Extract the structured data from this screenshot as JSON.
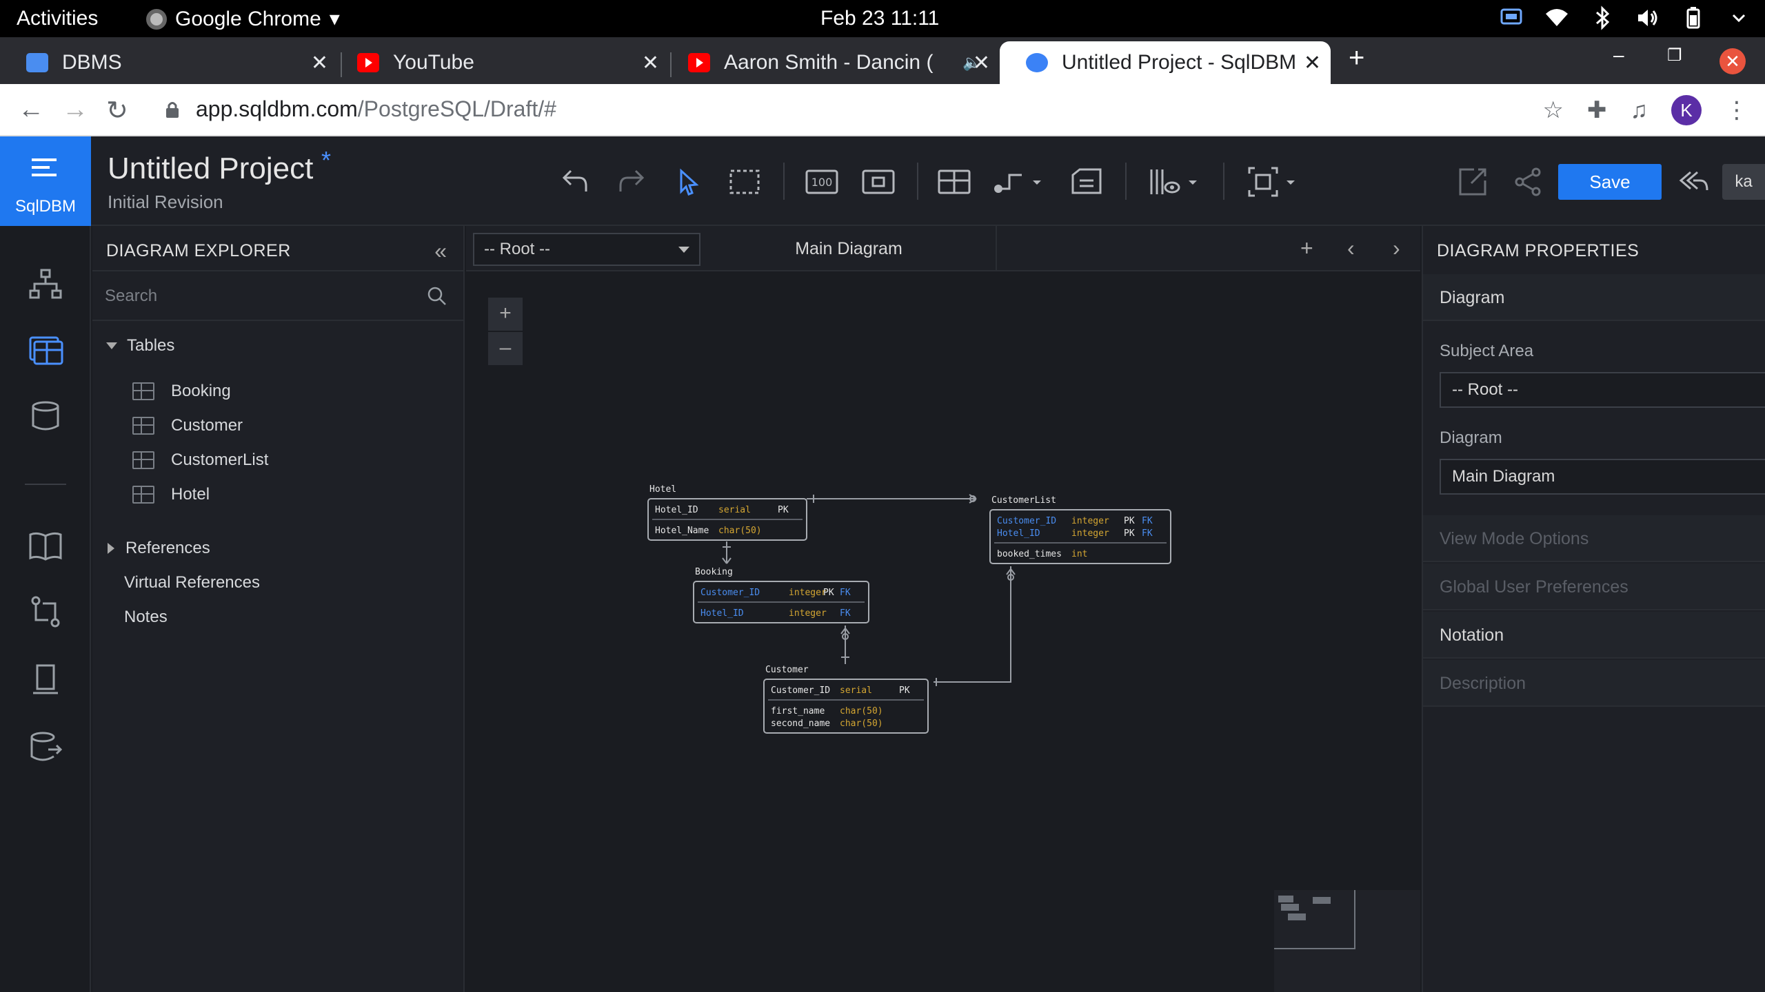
{
  "os_bar": {
    "activities": "Activities",
    "app_name": "Google Chrome",
    "clock": "Feb 23  11:11"
  },
  "browser": {
    "tabs": [
      {
        "title": "DBMS",
        "close": "✕"
      },
      {
        "title": "YouTube",
        "close": "✕"
      },
      {
        "title": "Aaron Smith - Dancin (",
        "close": "✕"
      },
      {
        "title": "Untitled Project - SqlDBM",
        "close": "✕"
      }
    ],
    "new_tab": "+",
    "url_host": "app.sqldbm.com",
    "url_path": "/PostgreSQL/Draft/#",
    "profile_initial": "K"
  },
  "app": {
    "logo_text": "SqlDBM",
    "project_title": "Untitled Project",
    "unsaved_marker": "*",
    "revision": "Initial Revision",
    "save_label": "Save",
    "user_chip": "ka"
  },
  "explorer": {
    "heading": "DIAGRAM EXPLORER",
    "collapse": "«",
    "search_placeholder": "Search",
    "tables_label": "Tables",
    "tables": [
      "Booking",
      "Customer",
      "CustomerList",
      "Hotel"
    ],
    "references_label": "References",
    "virtual_references_label": "Virtual References",
    "notes_label": "Notes"
  },
  "canvas": {
    "subject_area": "-- Root --",
    "diagram_tab": "Main Diagram",
    "add": "+",
    "prev": "‹",
    "next": "›",
    "zoom_in": "+",
    "zoom_out": "–"
  },
  "er_tables": {
    "hotel": {
      "name": "Hotel",
      "pk_rows": [
        {
          "col": "Hotel_ID",
          "type": "serial",
          "keys": "PK",
          "fk": ""
        }
      ],
      "rows": [
        {
          "col": "Hotel_Name",
          "type": "char(50)"
        }
      ]
    },
    "customerlist": {
      "name": "CustomerList",
      "pk_rows": [
        {
          "col": "Customer_ID",
          "type": "integer",
          "keys": "PK",
          "fk": "FK"
        },
        {
          "col": "Hotel_ID",
          "type": "integer",
          "keys": "PK",
          "fk": "FK"
        }
      ],
      "rows": [
        {
          "col": "booked_times",
          "type": "int"
        }
      ]
    },
    "booking": {
      "name": "Booking",
      "pk_rows": [
        {
          "col": "Customer_ID",
          "type": "integer",
          "keys": "PK",
          "fk": "FK"
        }
      ],
      "rows": [
        {
          "col": "Hotel_ID",
          "type": "integer",
          "keys": "",
          "fk": "FK"
        }
      ]
    },
    "customer": {
      "name": "Customer",
      "pk_rows": [
        {
          "col": "Customer_ID",
          "type": "serial",
          "keys": "PK",
          "fk": ""
        }
      ],
      "rows": [
        {
          "col": "first_name",
          "type": "char(50)"
        },
        {
          "col": "second_name",
          "type": "char(50)"
        }
      ]
    }
  },
  "properties": {
    "heading": "DIAGRAM PROPERTIES",
    "diagram_section": "Diagram",
    "subject_area_label": "Subject Area",
    "subject_area_value": "-- Root --",
    "diagram_label": "Diagram",
    "diagram_value": "Main Diagram",
    "view_mode": "View Mode Options",
    "global_prefs": "Global User Preferences",
    "notation": "Notation",
    "description": "Description"
  },
  "colors": {
    "accent": "#1f78f0",
    "er_fk": "#4a8df0",
    "er_type": "#d4a632",
    "er_text": "#e6e6e6"
  }
}
